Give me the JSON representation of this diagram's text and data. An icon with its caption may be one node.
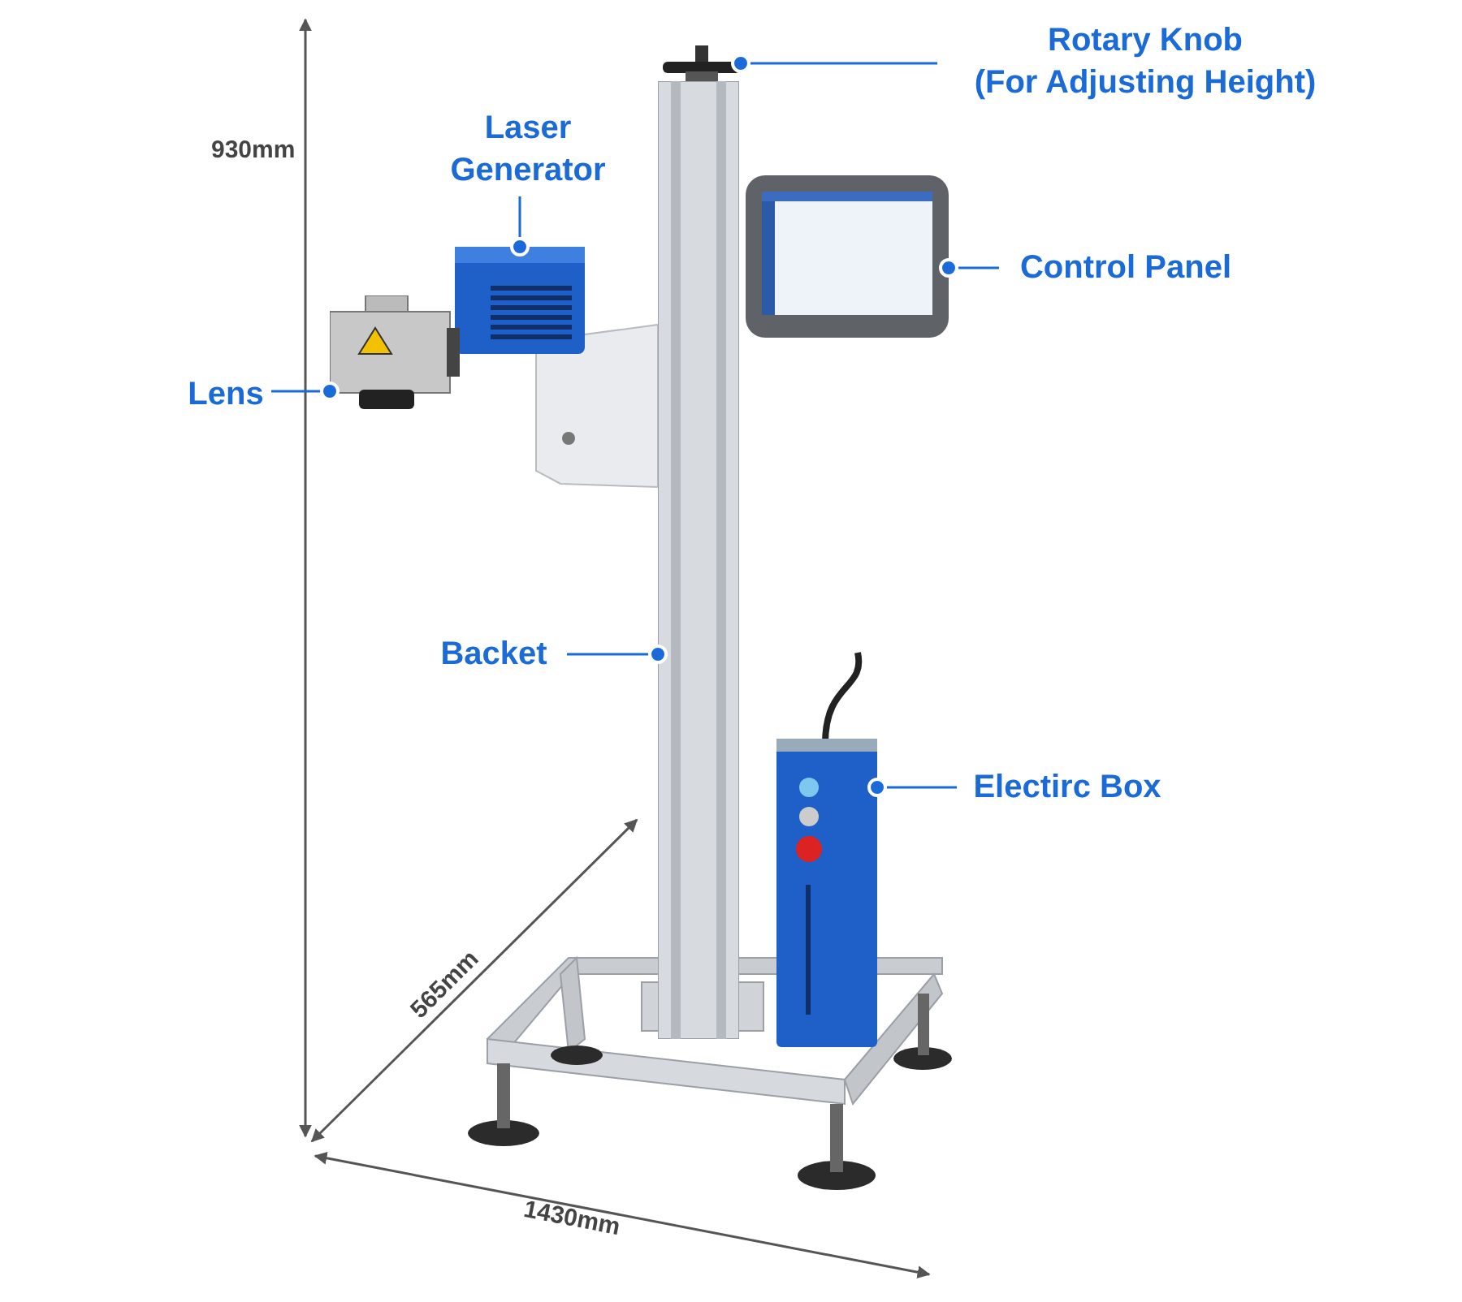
{
  "diagram": {
    "nodes": [
      {
        "text": [
          "Rotary Knob",
          "(For Adjusting Height)"
        ]
      },
      {
        "text": [],
        "shape": "picture"
      },
      {
        "text": [
          "Laser Generator"
        ]
      },
      {
        "text": [],
        "shape": "picture"
      },
      {
        "text": [
          "Control Panel"
        ]
      },
      {
        "text": [],
        "shape": "picture"
      },
      {
        "text": [
          "Lens"
        ]
      },
      {
        "text": [],
        "shape": "picture"
      },
      {
        "text": [
          "Backet"
        ]
      },
      {
        "text": [],
        "shape": "picture"
      },
      {
        "text": [
          "Electirc Box"
        ]
      },
      {
        "text": [],
        "shape": "picture"
      }
    ],
    "edges": [
      {
        "from": 0,
        "to": 1,
        "arrow": "other"
      },
      {
        "from": 2,
        "to": 3,
        "arrow": "other"
      },
      {
        "from": 4,
        "to": 5,
        "arrow": "other"
      },
      {
        "from": 6,
        "to": 7,
        "arrow": "other"
      },
      {
        "from": 8,
        "to": 9,
        "arrow": "other"
      },
      {
        "from": 10,
        "to": 11,
        "arrow": "other"
      }
    ],
    "labels": [
      "930mm",
      "565mm",
      "1430mm"
    ]
  }
}
